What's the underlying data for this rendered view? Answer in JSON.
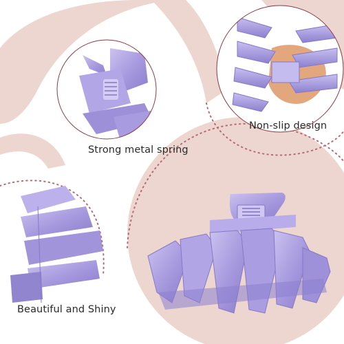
{
  "colors": {
    "background": "#ffffff",
    "blush": "#ecd6cf",
    "circle_outline": "#8a3a44",
    "dots": "#b36b76",
    "lilac": "#a99bdf",
    "lilac_light": "#cbc2f0",
    "lilac_dark": "#7f72c2",
    "hand": "#e3a77e"
  },
  "captions": {
    "top_left": "Strong metal spring",
    "top_right": "Non-slip design",
    "bottom_left": "Beautiful and Shiny"
  }
}
